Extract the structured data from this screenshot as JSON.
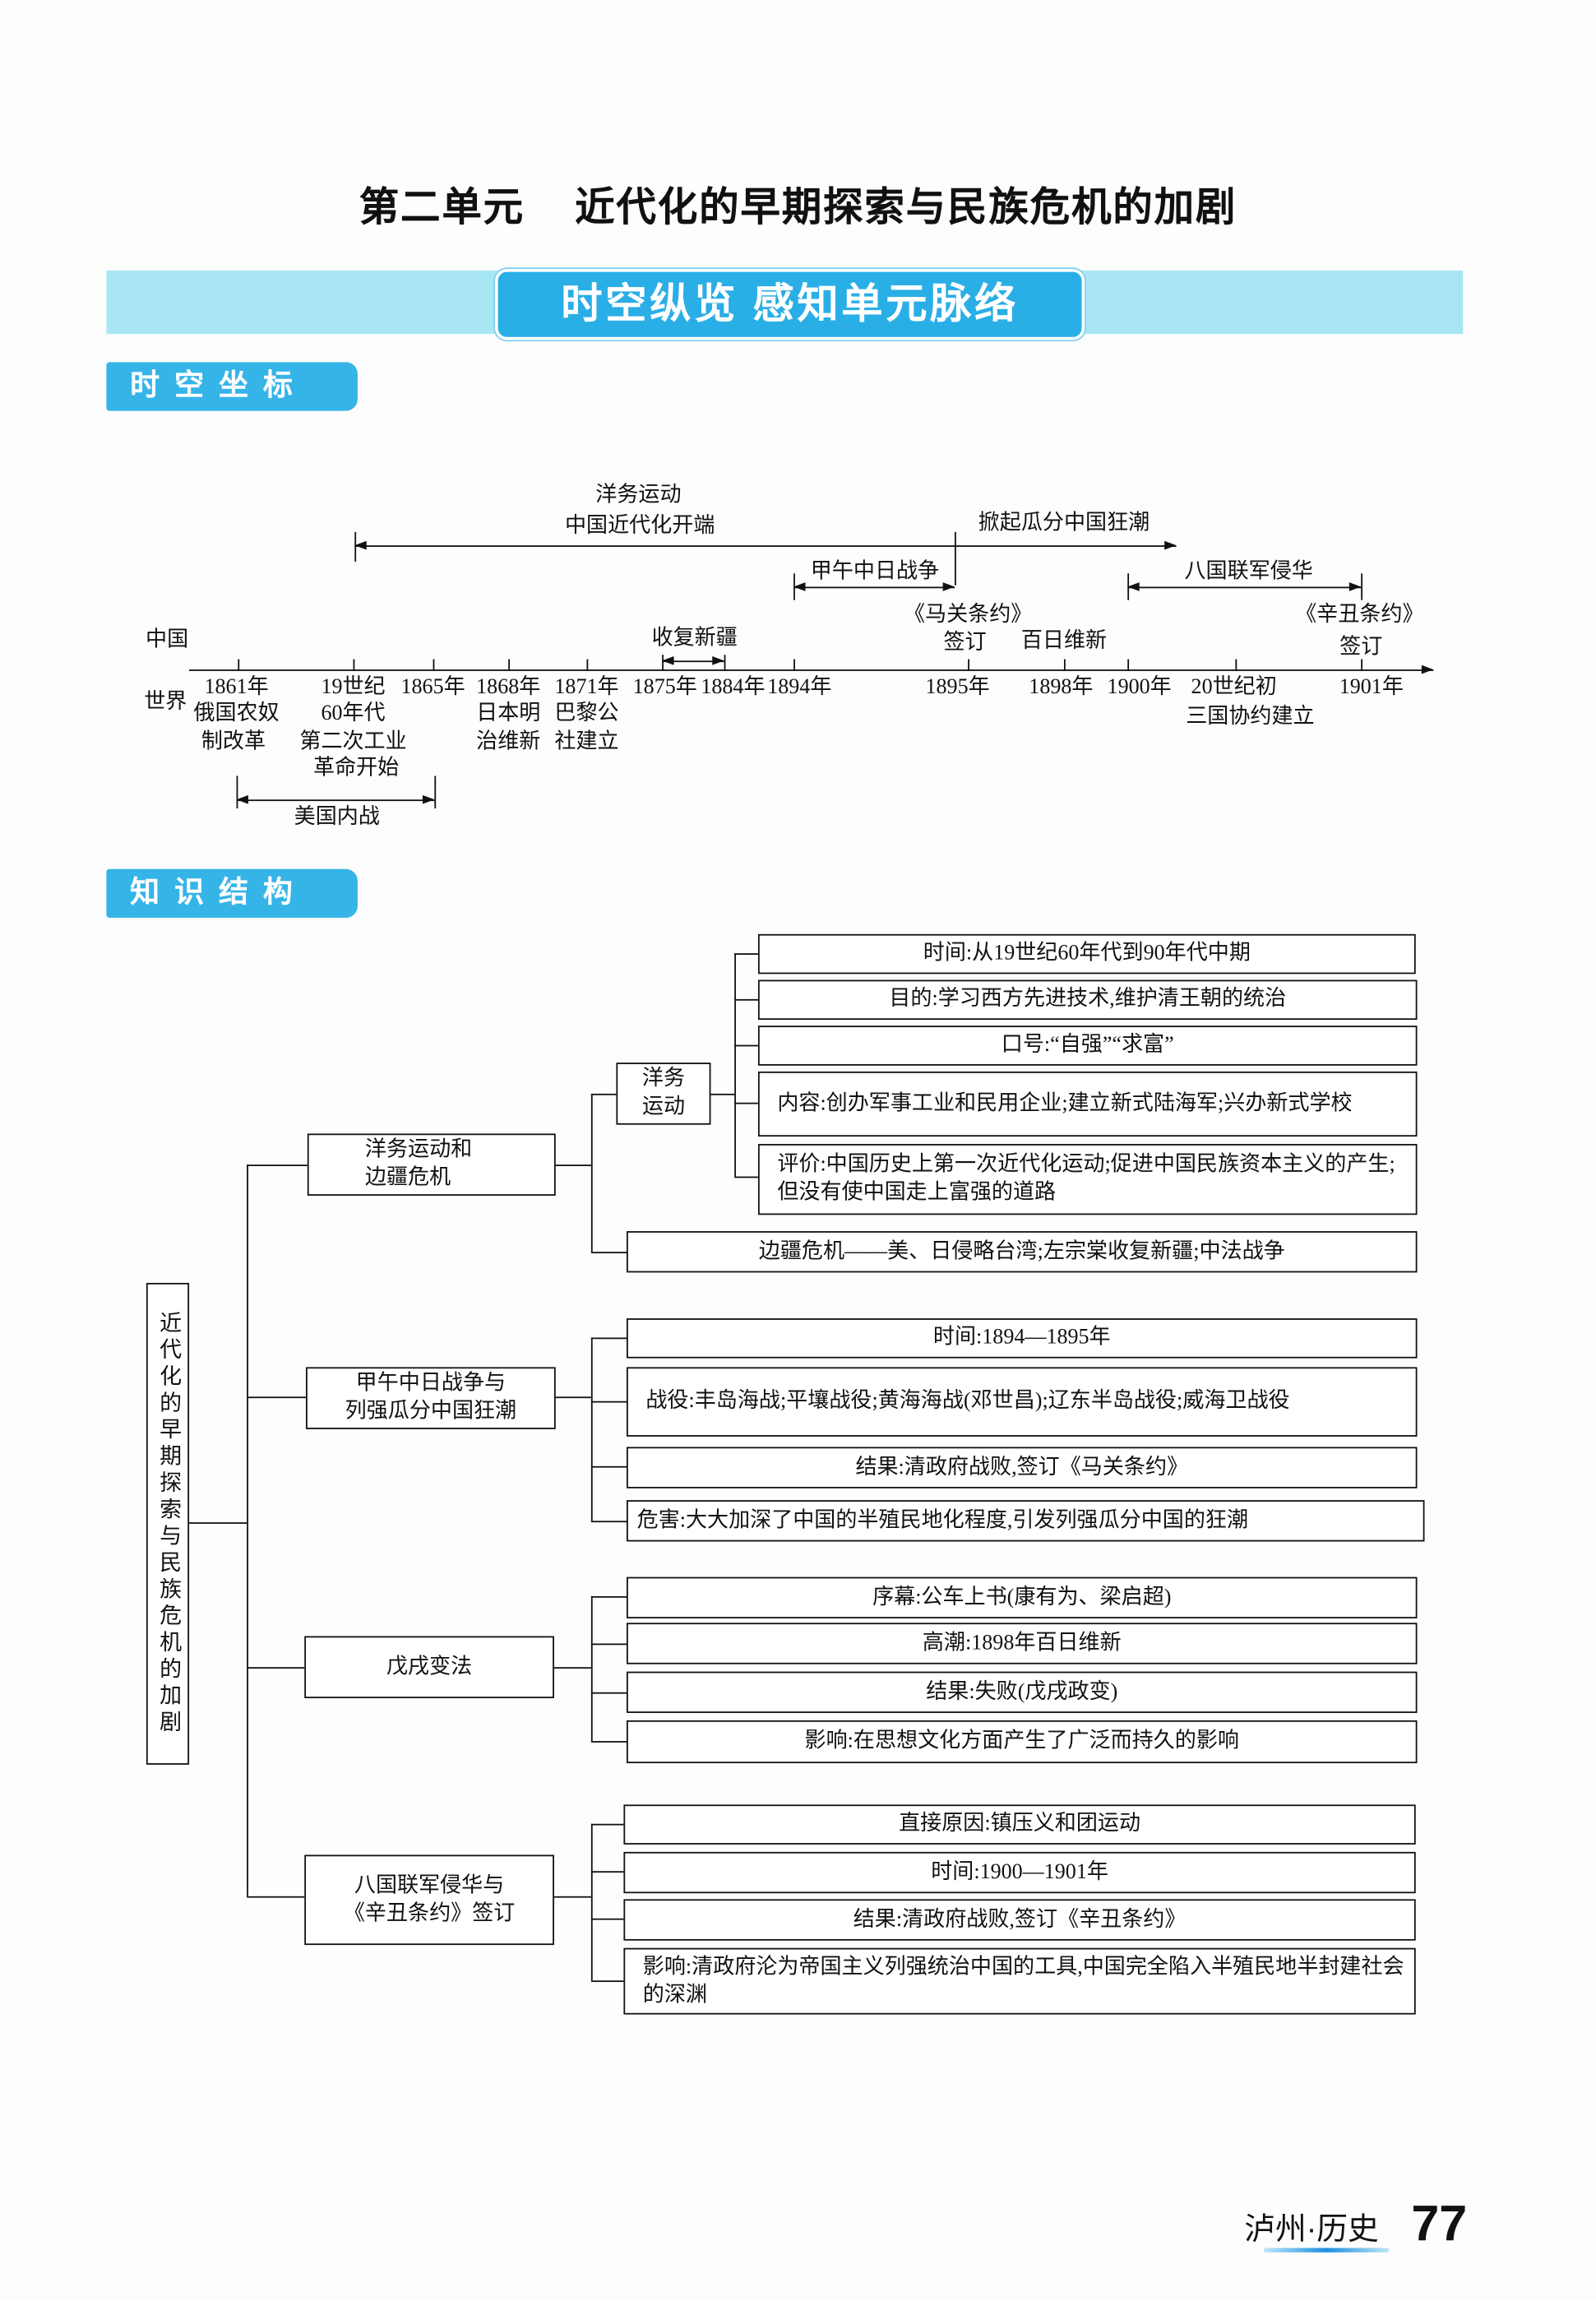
{
  "unit_title": {
    "part1": "第二单元",
    "part2": "近代化的早期探索与民族危机的加剧"
  },
  "banner": "时空纵览 感知单元脉络",
  "sections": {
    "timeline": "时空坐标",
    "structure": "知识结构"
  },
  "timeline": {
    "row_labels": {
      "china": "中国",
      "world": "世界"
    },
    "axis_ticks": [
      "1861年",
      "19世纪",
      "1865年",
      "1868年",
      "1871年",
      "1875年",
      "1884年",
      "1894年",
      "1895年",
      "1898年",
      "1900年",
      "20世纪初",
      "1901年"
    ],
    "china_events": {
      "yangwu_1": "洋务运动",
      "yangwu_2": "中国近代化开端",
      "partition": "掀起瓜分中国狂潮",
      "jiawu": "甲午中日战争",
      "baguo": "八国联军侵华",
      "maguan": "《马关条约》",
      "maguan_sign": "签订",
      "bairi": "百日维新",
      "xinchou": "《辛丑条约》",
      "xinchou_sign": "签订",
      "xinjiang": "收复新疆"
    },
    "world_events": {
      "russia_1": "俄国农奴",
      "russia_2": "制改革",
      "industrial_1": "60年代",
      "industrial_2": "第二次工业",
      "industrial_3": "革命开始",
      "meiji_1": "日本明",
      "meiji_2": "治维新",
      "paris_1": "巴黎公",
      "paris_2": "社建立",
      "entente": "三国协约建立",
      "us_civil_war": "美国内战"
    }
  },
  "structure": {
    "root": "近代化的早期探索与民族危机的加剧",
    "branches": [
      {
        "label_1": "洋务运动和",
        "label_2": "边疆危机",
        "sub": {
          "label_1": "洋务",
          "label_2": "运动",
          "items": [
            "时间:从19世纪60年代到90年代中期",
            "目的:学习西方先进技术,维护清王朝的统治",
            "口号:“自强”“求富”",
            "内容:创办军事工业和民用企业;建立新式陆海军;兴办新式学校",
            "评价:中国历史上第一次近代化运动;促进中国民族资本主义的产生;但没有使中国走上富强的道路"
          ]
        },
        "extra": "边疆危机——美、日侵略台湾;左宗棠收复新疆;中法战争"
      },
      {
        "label_1": "甲午中日战争与",
        "label_2": "列强瓜分中国狂潮",
        "items": [
          "时间:1894—1895年",
          "战役:丰岛海战;平壤战役;黄海海战(邓世昌);辽东半岛战役;威海卫战役",
          "结果:清政府战败,签订《马关条约》",
          "危害:大大加深了中国的半殖民地化程度,引发列强瓜分中国的狂潮"
        ]
      },
      {
        "label_1": "戊戌变法",
        "label_2": "",
        "items": [
          "序幕:公车上书(康有为、梁启超)",
          "高潮:1898年百日维新",
          "结果:失败(戊戌政变)",
          "影响:在思想文化方面产生了广泛而持久的影响"
        ]
      },
      {
        "label_1": "八国联军侵华与",
        "label_2": "《辛丑条约》签订",
        "items": [
          "直接原因:镇压义和团运动",
          "时间:1900—1901年",
          "结果:清政府战败,签订《辛丑条约》",
          "影响:清政府沦为帝国主义列强统治中国的工具,中国完全陷入半殖民地半封建社会的深渊"
        ]
      }
    ]
  },
  "footer": {
    "book": "泸州·历史",
    "page_number": "77"
  },
  "colors": {
    "banner_light": "#a9e6f3",
    "accent_blue": "#2aaee6",
    "tag_blue": "#35b4e8"
  }
}
